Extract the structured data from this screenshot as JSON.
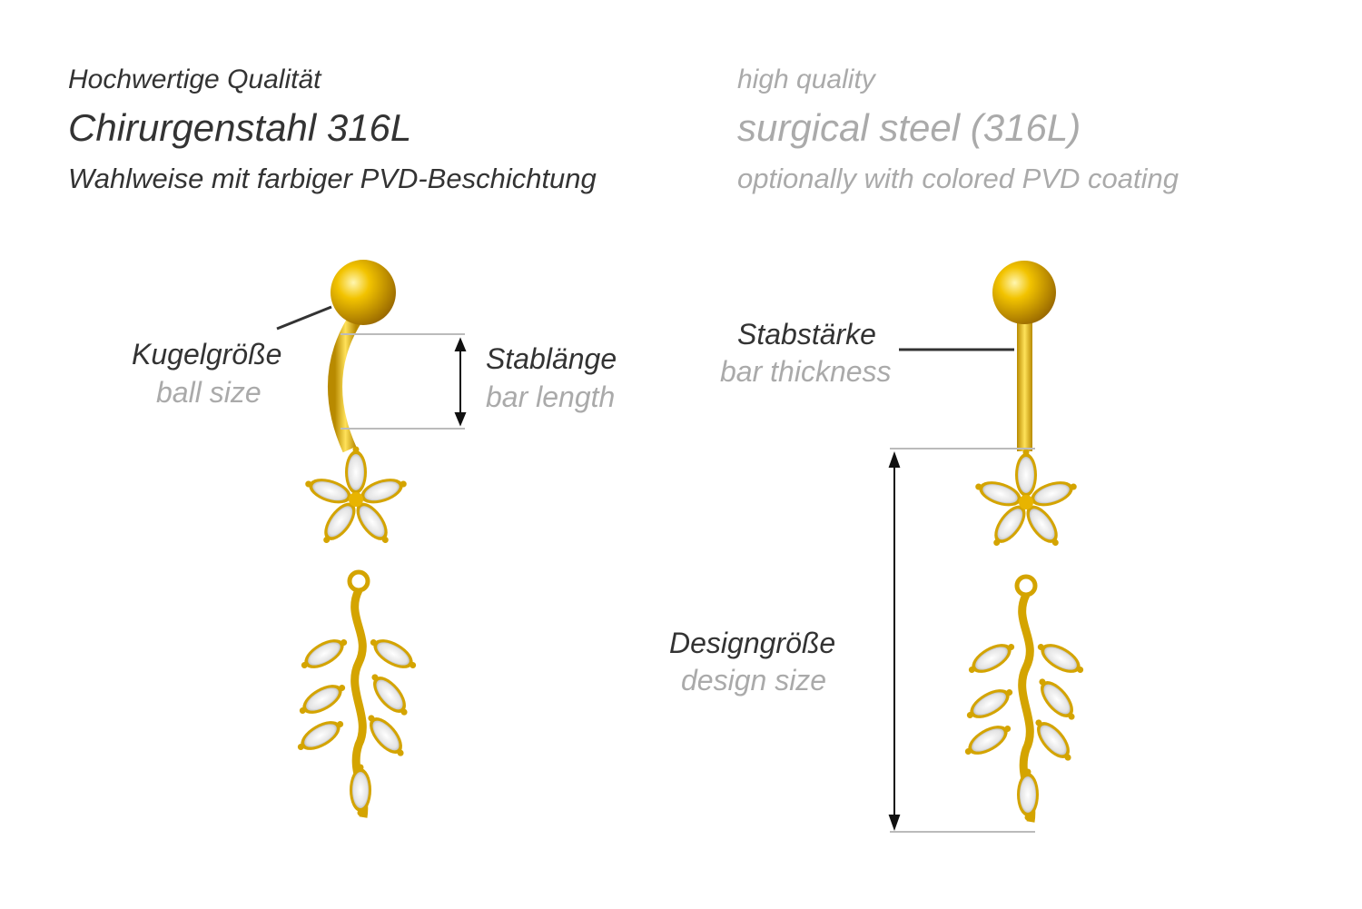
{
  "header": {
    "de": {
      "line1": "Hochwertige Qualität",
      "line2": "Chirurgenstahl 316L",
      "line3": "Wahlweise mit farbiger PVD-Beschichtung"
    },
    "en": {
      "line1": "high quality",
      "line2": "surgical steel (316L)",
      "line3": "optionally with colored PVD coating"
    }
  },
  "labels": {
    "ball_size": {
      "de": "Kugelgröße",
      "en": "ball size"
    },
    "bar_length": {
      "de": "Stablänge",
      "en": "bar length"
    },
    "bar_thickness": {
      "de": "Stabstärke",
      "en": "bar thickness"
    },
    "design_size": {
      "de": "Designgröße",
      "en": "design size"
    }
  },
  "colors": {
    "gold": "#e8b400",
    "text_dark": "#333333",
    "text_grey": "#aaaaaa",
    "guide": "#bbbbbb"
  }
}
